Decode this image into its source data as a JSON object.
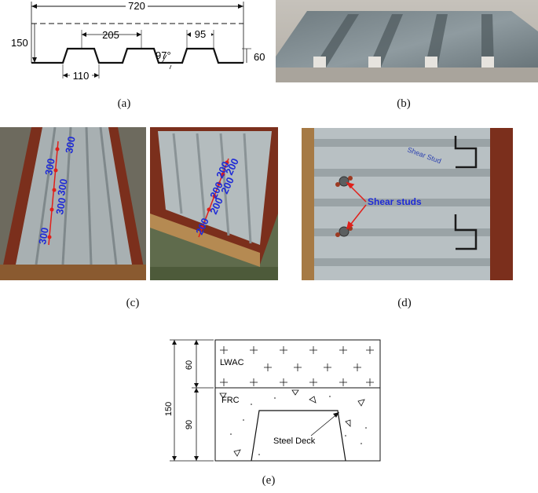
{
  "panel_a": {
    "caption": "(a)",
    "dims": {
      "total_width": "720",
      "height": "150",
      "top_flange": "205",
      "bottom_flange": "110",
      "rib_top": "95",
      "rib_depth": "60",
      "angle": "97°"
    }
  },
  "panel_b": {
    "caption": "(b)"
  },
  "panel_c": {
    "caption": "(c)",
    "left_labels": [
      "300",
      "300",
      "300",
      "300",
      "300"
    ],
    "right_labels": [
      "200",
      "200",
      "200",
      "200",
      "200",
      "200"
    ]
  },
  "panel_d": {
    "caption": "(d)",
    "annotation": "Shear studs",
    "handwriting": "Shear Stud"
  },
  "panel_e": {
    "caption": "(e)",
    "dims": {
      "total": "150",
      "top": "60",
      "bottom": "90"
    },
    "labels": {
      "lwac": "LWAC",
      "frc": "FRC",
      "deck": "Steel Deck"
    }
  },
  "colors": {
    "steel": "#8e9aa0",
    "annotation_blue": "#1f2bd6",
    "annotation_red": "#e0201b",
    "timber": "#a67a45",
    "rust": "#9c3a22"
  }
}
